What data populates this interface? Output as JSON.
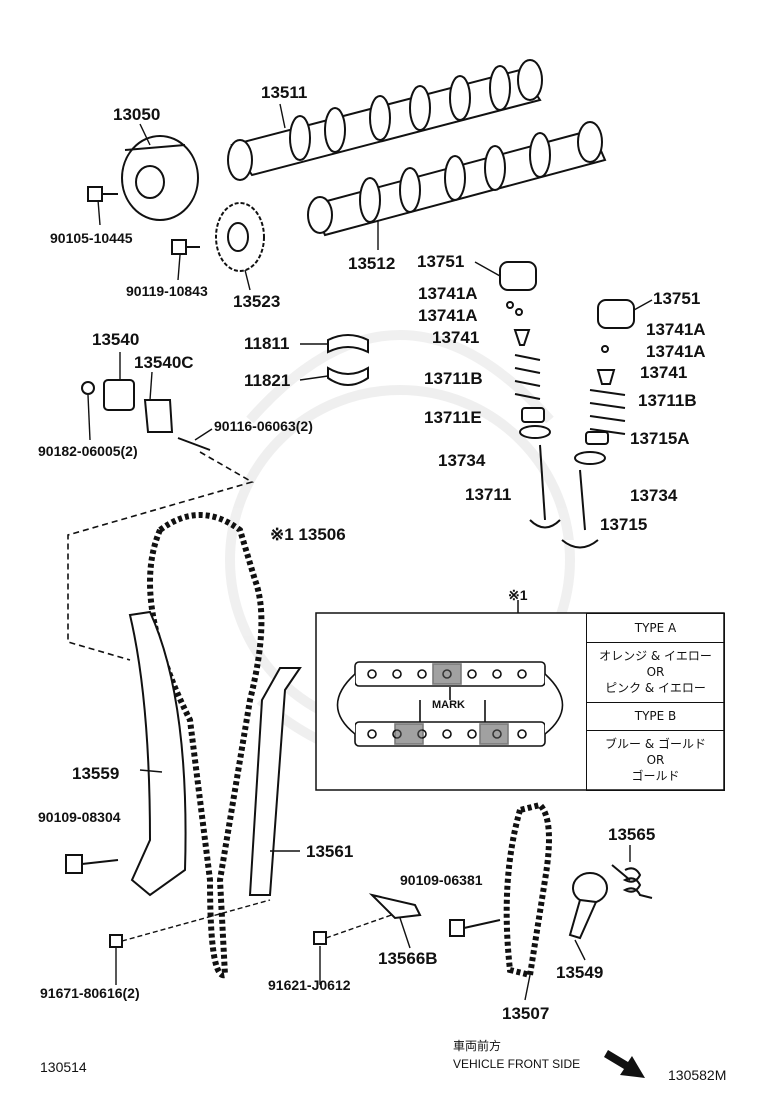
{
  "labels": {
    "p13050": "13050",
    "p13511": "13511",
    "p13512": "13512",
    "p13523": "13523",
    "p90105": "90105-10445",
    "p90119": "90119-10843",
    "p13751a": "13751",
    "p13751b": "13751",
    "p13741A_1": "13741A",
    "p13741A_2": "13741A",
    "p13741A_3": "13741A",
    "p13741A_4": "13741A",
    "p13741a": "13741",
    "p13741b": "13741",
    "p13711B_a": "13711B",
    "p13711B_b": "13711B",
    "p13711E": "13711E",
    "p13715A": "13715A",
    "p13734a": "13734",
    "p13734b": "13734",
    "p13711": "13711",
    "p13715": "13715",
    "p13540": "13540",
    "p13540C": "13540C",
    "p11811": "11811",
    "p11821": "11821",
    "p90116": "90116-06063(2)",
    "p90182": "90182-06005(2)",
    "p13506": "※1 13506",
    "p13559": "13559",
    "p90109a": "90109-08304",
    "p13561": "13561",
    "p91671": "91671-80616(2)",
    "p91621": "91621-J0612",
    "p13566B": "13566B",
    "p90109b": "90109-06381",
    "p13507": "13507",
    "p13549": "13549",
    "p13565": "13565",
    "fig_left": "130514",
    "fig_right": "130582M",
    "front_jp": "車両前方",
    "front_en": "VEHICLE FRONT SIDE"
  },
  "inset": {
    "ref": "※1",
    "mark": "MARK",
    "type_a": "TYPE A",
    "type_a_line1": "オレンジ & イエロー",
    "type_a_or": "OR",
    "type_a_line2": "ピンク & イエロー",
    "type_b": "TYPE B",
    "type_b_line1": "ブルー & ゴールド",
    "type_b_or": "OR",
    "type_b_line2": "ゴールド"
  }
}
